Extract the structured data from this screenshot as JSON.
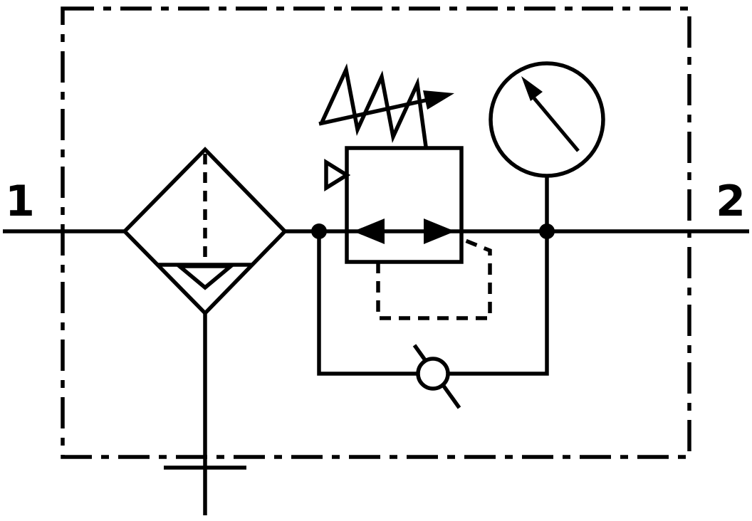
{
  "diagram": {
    "kind": "pneumatic-schematic",
    "background_color": "#ffffff",
    "line_color": "#000000",
    "ports": [
      {
        "id": "port-1",
        "label": "1",
        "side": "left"
      },
      {
        "id": "port-2",
        "label": "2",
        "side": "right"
      }
    ],
    "components": [
      {
        "name": "enclosure-dash-dot-border"
      },
      {
        "name": "main-flow-line"
      },
      {
        "name": "filter-with-water-separator-symbol"
      },
      {
        "name": "condensate-drain-line-symbol"
      },
      {
        "name": "adjustable-pressure-regulator-symbol"
      },
      {
        "name": "spring-adjustment-arrow-symbol"
      },
      {
        "name": "pilot-sensing-dashed-line"
      },
      {
        "name": "pressure-gauge-symbol"
      },
      {
        "name": "bypass-check-valve-symbol"
      }
    ]
  }
}
